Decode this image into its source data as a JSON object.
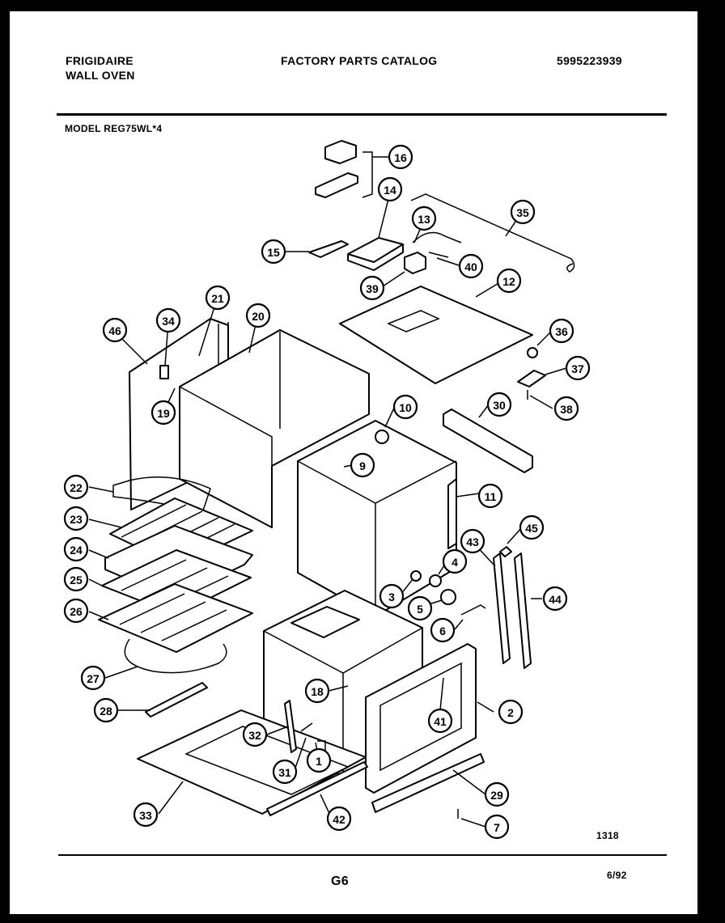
{
  "header": {
    "brand": "FRIGIDAIRE",
    "product": "WALL OVEN",
    "catalog_title": "FACTORY PARTS CATALOG",
    "catalog_number": "5995223939",
    "model": "MODEL REG75WL*4"
  },
  "footer": {
    "drawing_number": "1318",
    "page": "G6",
    "date": "6/92"
  },
  "callouts": [
    {
      "id": "c16",
      "label": "16"
    },
    {
      "id": "c14",
      "label": "14"
    },
    {
      "id": "c13",
      "label": "13"
    },
    {
      "id": "c35",
      "label": "35"
    },
    {
      "id": "c15",
      "label": "15"
    },
    {
      "id": "c40",
      "label": "40"
    },
    {
      "id": "c39",
      "label": "39"
    },
    {
      "id": "c12",
      "label": "12"
    },
    {
      "id": "c21",
      "label": "21"
    },
    {
      "id": "c46",
      "label": "46"
    },
    {
      "id": "c34",
      "label": "34"
    },
    {
      "id": "c20",
      "label": "20"
    },
    {
      "id": "c36",
      "label": "36"
    },
    {
      "id": "c37",
      "label": "37"
    },
    {
      "id": "c38",
      "label": "38"
    },
    {
      "id": "c19",
      "label": "19"
    },
    {
      "id": "c10",
      "label": "10"
    },
    {
      "id": "c30",
      "label": "30"
    },
    {
      "id": "c9",
      "label": "9"
    },
    {
      "id": "c22",
      "label": "22"
    },
    {
      "id": "c11",
      "label": "11"
    },
    {
      "id": "c23",
      "label": "23"
    },
    {
      "id": "c45",
      "label": "45"
    },
    {
      "id": "c43",
      "label": "43"
    },
    {
      "id": "c24",
      "label": "24"
    },
    {
      "id": "c4",
      "label": "4"
    },
    {
      "id": "c25",
      "label": "25"
    },
    {
      "id": "c3",
      "label": "3"
    },
    {
      "id": "c44",
      "label": "44"
    },
    {
      "id": "c5",
      "label": "5"
    },
    {
      "id": "c26",
      "label": "26"
    },
    {
      "id": "c6",
      "label": "6"
    },
    {
      "id": "c27",
      "label": "27"
    },
    {
      "id": "c18",
      "label": "18"
    },
    {
      "id": "c2",
      "label": "2"
    },
    {
      "id": "c28",
      "label": "28"
    },
    {
      "id": "c41",
      "label": "41"
    },
    {
      "id": "c32",
      "label": "32"
    },
    {
      "id": "c1",
      "label": "1"
    },
    {
      "id": "c31",
      "label": "31"
    },
    {
      "id": "c29",
      "label": "29"
    },
    {
      "id": "c33",
      "label": "33"
    },
    {
      "id": "c42",
      "label": "42"
    },
    {
      "id": "c7",
      "label": "7"
    }
  ]
}
